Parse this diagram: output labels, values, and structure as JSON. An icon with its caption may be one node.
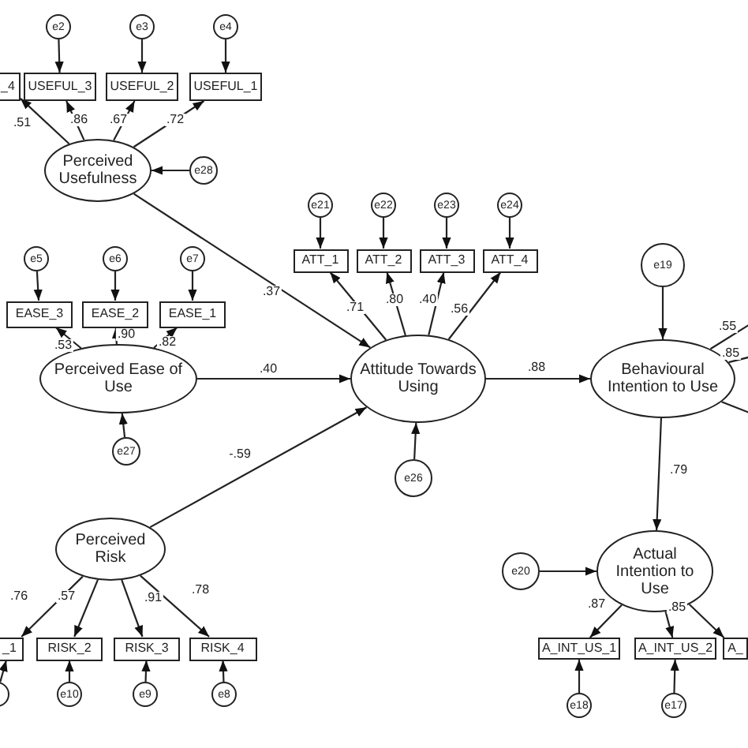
{
  "diagram": {
    "nodes": [
      {
        "text": [
          "e2"
        ]
      },
      {
        "text": [
          "e3"
        ]
      },
      {
        "text": [
          "e4"
        ]
      },
      {
        "text": [
          "_4"
        ]
      },
      {
        "text": [
          "USEFUL_3"
        ]
      },
      {
        "text": [
          "USEFUL_2"
        ]
      },
      {
        "text": [
          "USEFUL_1"
        ]
      },
      {
        "text": [
          "Perceived Usefulness"
        ]
      },
      {
        "text": [
          "e28"
        ]
      },
      {
        "text": [
          "e21"
        ]
      },
      {
        "text": [
          "e22"
        ]
      },
      {
        "text": [
          "e23"
        ]
      },
      {
        "text": [
          "e24"
        ]
      },
      {
        "text": [
          "ATT_1"
        ]
      },
      {
        "text": [
          "ATT_2"
        ]
      },
      {
        "text": [
          "ATT_3"
        ]
      },
      {
        "text": [
          "ATT_4"
        ]
      },
      {
        "text": [
          "e5"
        ]
      },
      {
        "text": [
          "e6"
        ]
      },
      {
        "text": [
          "e7"
        ]
      },
      {
        "text": [
          "EASE_3"
        ]
      },
      {
        "text": [
          "EASE_2"
        ]
      },
      {
        "text": [
          "EASE_1"
        ]
      },
      {
        "text": [
          "e19"
        ]
      },
      {
        "text": [
          "Perceived Ease of Use"
        ]
      },
      {
        "text": [
          "Attitude Towards Using"
        ]
      },
      {
        "text": [
          "Behavioural Intention to Use"
        ]
      },
      {
        "text": [
          "e27"
        ]
      },
      {
        "text": [
          "e26"
        ]
      },
      {
        "text": [
          "Perceived Risk"
        ]
      },
      {
        "text": [
          "e20"
        ]
      },
      {
        "text": [
          "Actual Intention to Use"
        ]
      },
      {
        "text": [
          "_1"
        ]
      },
      {
        "text": [
          "RISK_2"
        ]
      },
      {
        "text": [
          "RISK_3"
        ]
      },
      {
        "text": [
          "RISK_4"
        ]
      },
      {
        "text": [
          "A_INT_US_1"
        ]
      },
      {
        "text": [
          "A_INT_US_2"
        ]
      },
      {
        "text": [
          "A_"
        ]
      },
      {
        "text": [],
        "shape": "circle"
      },
      {
        "text": [
          "e10"
        ]
      },
      {
        "text": [
          "e9"
        ]
      },
      {
        "text": [
          "e8"
        ]
      },
      {
        "text": [
          "e18"
        ]
      },
      {
        "text": [
          "e17"
        ]
      }
    ],
    "edges": [
      {
        "from": 0,
        "to": 4,
        "arrow": "to"
      },
      {
        "from": 1,
        "to": 5,
        "arrow": "to"
      },
      {
        "from": 2,
        "to": 6,
        "arrow": "to"
      },
      {
        "from": 7,
        "to": 3,
        "arrow": "to",
        "label": ".51"
      },
      {
        "from": 7,
        "to": 4,
        "arrow": "to",
        "label": ".86"
      },
      {
        "from": 7,
        "to": 5,
        "arrow": "to",
        "label": ".67"
      },
      {
        "from": 7,
        "to": 6,
        "arrow": "to",
        "label": ".72"
      },
      {
        "from": 8,
        "to": 7,
        "arrow": "to"
      },
      {
        "from": 9,
        "to": 13,
        "arrow": "to"
      },
      {
        "from": 10,
        "to": 14,
        "arrow": "to"
      },
      {
        "from": 11,
        "to": 15,
        "arrow": "to"
      },
      {
        "from": 12,
        "to": 16,
        "arrow": "to"
      },
      {
        "from": 25,
        "to": 13,
        "arrow": "to",
        "label": ".71"
      },
      {
        "from": 25,
        "to": 14,
        "arrow": "to",
        "label": ".80"
      },
      {
        "from": 25,
        "to": 15,
        "arrow": "to",
        "label": ".40"
      },
      {
        "from": 25,
        "to": 16,
        "arrow": "to",
        "label": ".56"
      },
      {
        "from": 17,
        "to": 20,
        "arrow": "to"
      },
      {
        "from": 18,
        "to": 21,
        "arrow": "to"
      },
      {
        "from": 19,
        "to": 22,
        "arrow": "to"
      },
      {
        "from": 24,
        "to": 20,
        "arrow": "to",
        "label": ".53"
      },
      {
        "from": 24,
        "to": 21,
        "arrow": "to",
        "label": ".90"
      },
      {
        "from": 24,
        "to": 22,
        "arrow": "to",
        "label": ".82"
      },
      {
        "from": 7,
        "to": 25,
        "arrow": "to",
        "label": ".37"
      },
      {
        "from": 24,
        "to": 25,
        "arrow": "to",
        "label": ".40"
      },
      {
        "from": 29,
        "to": 25,
        "arrow": "to",
        "label": "-.59"
      },
      {
        "from": 27,
        "to": 24,
        "arrow": "to"
      },
      {
        "from": 28,
        "to": 25,
        "arrow": "to"
      },
      {
        "from": 23,
        "to": 26,
        "arrow": "to"
      },
      {
        "from": 25,
        "to": 26,
        "arrow": "to",
        "label": ".88"
      },
      {
        "from": 26,
        "to": 31,
        "arrow": "to",
        "label": ".79"
      },
      {
        "from": 30,
        "to": 31,
        "arrow": "to"
      },
      {
        "from": 29,
        "to": 32,
        "arrow": "to",
        "label": ".76"
      },
      {
        "from": 29,
        "to": 33,
        "arrow": "to",
        "label": ".57"
      },
      {
        "from": 29,
        "to": 34,
        "arrow": "to",
        "label": ".91"
      },
      {
        "from": 29,
        "to": 35,
        "arrow": "to",
        "label": ".78"
      },
      {
        "from": 39,
        "to": 32,
        "arrow": "to"
      },
      {
        "from": 40,
        "to": 33,
        "arrow": "to"
      },
      {
        "from": 41,
        "to": 34,
        "arrow": "to"
      },
      {
        "from": 42,
        "to": 35,
        "arrow": "to"
      },
      {
        "from": 31,
        "to": 36,
        "arrow": "to",
        "label": ".87"
      },
      {
        "from": 31,
        "to": 37,
        "arrow": "to",
        "label": ".85"
      },
      {
        "from": 31,
        "to": 38,
        "arrow": "to"
      },
      {
        "from": 26,
        "to": null,
        "arrow": "none",
        "label": ".55"
      },
      {
        "from": 26,
        "to": null,
        "arrow": "none",
        "label": ".85"
      },
      {
        "from": 26,
        "to": null,
        "arrow": "none"
      },
      {
        "from": 43,
        "to": 36,
        "arrow": "to"
      },
      {
        "from": 44,
        "to": 37,
        "arrow": "to"
      }
    ]
  }
}
